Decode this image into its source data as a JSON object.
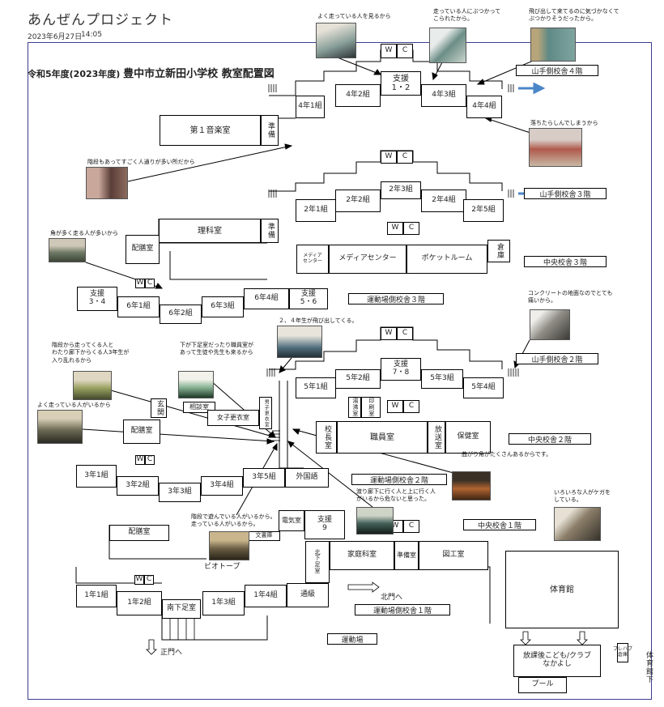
{
  "header": {
    "title": "あんぜんプロジェクト",
    "date": "2023年6月27日",
    "time": "14:05"
  },
  "map_title": {
    "era": "令和5年度(2023年度)",
    "name": "豊中市立新田小学校 教室配置図"
  },
  "sections": {
    "yamate4": "山手側校舎４階",
    "yamate3": "山手側校舎３階",
    "chuo3": "中央校舎３階",
    "undo3": "運動場側校舎３階",
    "yamate2": "山手側校舎２階",
    "chuo2": "中央校舎２階",
    "undo2": "運動場側校舎２階",
    "chuo1": "中央校舎１階",
    "undo1": "運動場側校舎１階"
  },
  "rooms": {
    "wc": "W",
    "c": "C",
    "r4_1": "4年1組",
    "r4_2": "4年2組",
    "r4_3": "4年3組",
    "r4_4": "4年4組",
    "shien12": "支援\n1・2",
    "music1": "第１音楽室",
    "junbi": "準備",
    "r2_1": "2年1組",
    "r2_2": "2年2組",
    "r2_3": "2年3組",
    "r2_4": "2年4組",
    "r2_5": "2年5組",
    "science": "理科室",
    "haizen": "配膳室",
    "media_center_small": "メディア\nセンター",
    "media_center": "メディアセンター",
    "pocket_room": "ポケットルーム",
    "souko": "倉庫",
    "shien34": "支援\n3・4",
    "r6_1": "6年1組",
    "r6_2": "6年2組",
    "r6_3": "6年3組",
    "r6_4": "6年4組",
    "shien56": "支援\n5・6",
    "r5_1": "5年1組",
    "r5_2": "5年2組",
    "r5_3": "5年3組",
    "r5_4": "5年4組",
    "shien78": "支援\n7・8",
    "genkan": "玄関",
    "sodan": "相談室",
    "girls_changing": "女子更衣室",
    "boys_changing": "男子更衣室",
    "kocho": "校長室",
    "yuyu": "湯沸室",
    "insatsu": "印刷室",
    "shokuin": "職員室",
    "hoso": "放送室",
    "hoken": "保健室",
    "r3_1": "3年1組",
    "r3_2": "3年2組",
    "r3_3": "3年3組",
    "r3_4": "3年4組",
    "r3_5": "3年5組",
    "gaikokugo": "外国語",
    "denki": "電気室",
    "shien9": "支援\n9",
    "bunsho": "文書庫",
    "kitashita": "北\n下\n足\n室",
    "katei": "家庭科室",
    "junbi2": "準備室",
    "zuko": "図工室",
    "r1_1": "1年1組",
    "r1_2": "1年2組",
    "r1_3": "1年3組",
    "r1_4": "1年4組",
    "tsukyu": "通級",
    "minami": "南下足室",
    "biotope": "ビオトープ",
    "gym": "体育館",
    "after_school": "放課後こども/クラブ\nなかよし",
    "pool": "プール",
    "playground": "運動場",
    "kitamon": "北門へ",
    "seimon": "正門へ",
    "gym_shita": "体\n育\n館\n下",
    "prefab": "プレハブ\n倉庫"
  },
  "comments": {
    "c1": "よく走っている人を見るから",
    "c2": "走っている人にぶつかって\nこられたから。",
    "c3": "飛び出して来てるのに気づかなくて\nぶつかりそうだったから。",
    "c4": "落ちたらしんでしまうから",
    "c5": "階段もあってすごく人通りが多い所だから",
    "c6": "角が多く走る人が多いから",
    "c7": "コンクリートの地面なのでとても\n痛いから。",
    "c8": "２、４年生が飛び出してくる。",
    "c9": "階段から走ってくる人と\nわたり廊下からくる人3年生が\n入り乱れるから",
    "c10": "下が下足室だったり職員室が\nあって生徒や先生も来るから",
    "c11": "よく走っている人がいるから",
    "c12": "曲がり角がたくさんあるからです。",
    "c13": "渡り廊下に行く人と上に行く人\nがいるから危ないと思った。",
    "c14": "いろいろな人がケガを\nしている。",
    "c15": "階段で遊んでいる人がいるから。\n走っている人がいるから。"
  }
}
